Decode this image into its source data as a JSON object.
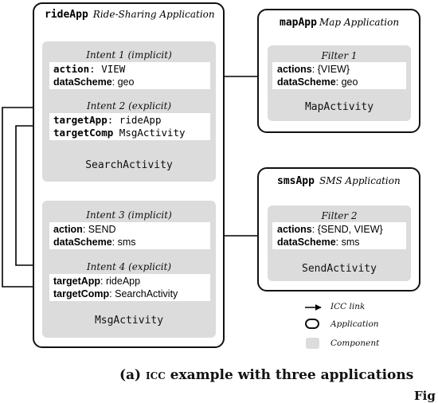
{
  "ride_app": {
    "name": "rideApp",
    "description": "Ride-Sharing Application",
    "search_activity": {
      "name": "SearchActivity",
      "intent1": {
        "title": "Intent 1 (implicit)",
        "line1_key": "action",
        "line1_sep": ": ",
        "line1_val": "VIEW",
        "line2_key": "dataScheme",
        "line2_sep": ": ",
        "line2_val": "geo"
      },
      "intent2": {
        "title": "Intent 2 (explicit)",
        "line1_key": "targetApp",
        "line1_sep": ": ",
        "line1_val": "rideApp",
        "line2_key": "targetComp",
        "line2_sep": " ",
        "line2_val": "MsgActivity"
      }
    },
    "msg_activity": {
      "name": "MsgActivity",
      "intent3": {
        "title": "Intent 3 (implicit)",
        "line1_key": "action",
        "line1_sep": ": ",
        "line1_val": "SEND",
        "line2_key": "dataScheme",
        "line2_sep": ": ",
        "line2_val": "sms"
      },
      "intent4": {
        "title": "Intent 4 (explicit)",
        "line1_key": "targetApp",
        "line1_sep": ": ",
        "line1_val": "rideApp",
        "line2_key": "targetComp",
        "line2_sep": ": ",
        "line2_val": "SearchActivity"
      }
    }
  },
  "map_app": {
    "name": "mapApp",
    "description": "Map Application",
    "map_activity": {
      "name": "MapActivity",
      "filter1": {
        "title": "Filter 1",
        "line1_key": "actions",
        "line1_sep": ": ",
        "line1_val": "{VIEW}",
        "line2_key": "dataScheme",
        "line2_sep": ": ",
        "line2_val": "geo"
      }
    }
  },
  "sms_app": {
    "name": "smsApp",
    "description": "SMS Application",
    "send_activity": {
      "name": "SendActivity",
      "filter2": {
        "title": "Filter 2",
        "line1_key": "actions",
        "line1_sep": ": ",
        "line1_val": "{SEND, VIEW}",
        "line2_key": "dataScheme",
        "line2_sep": ": ",
        "line2_val": "sms"
      }
    }
  },
  "legend": {
    "icc_link": "ICC link",
    "application": "Application",
    "component": "Component"
  },
  "caption": {
    "prefix": "(a) ",
    "icc": "icc",
    "rest": " example with three applications"
  },
  "figure_label": "Fig"
}
